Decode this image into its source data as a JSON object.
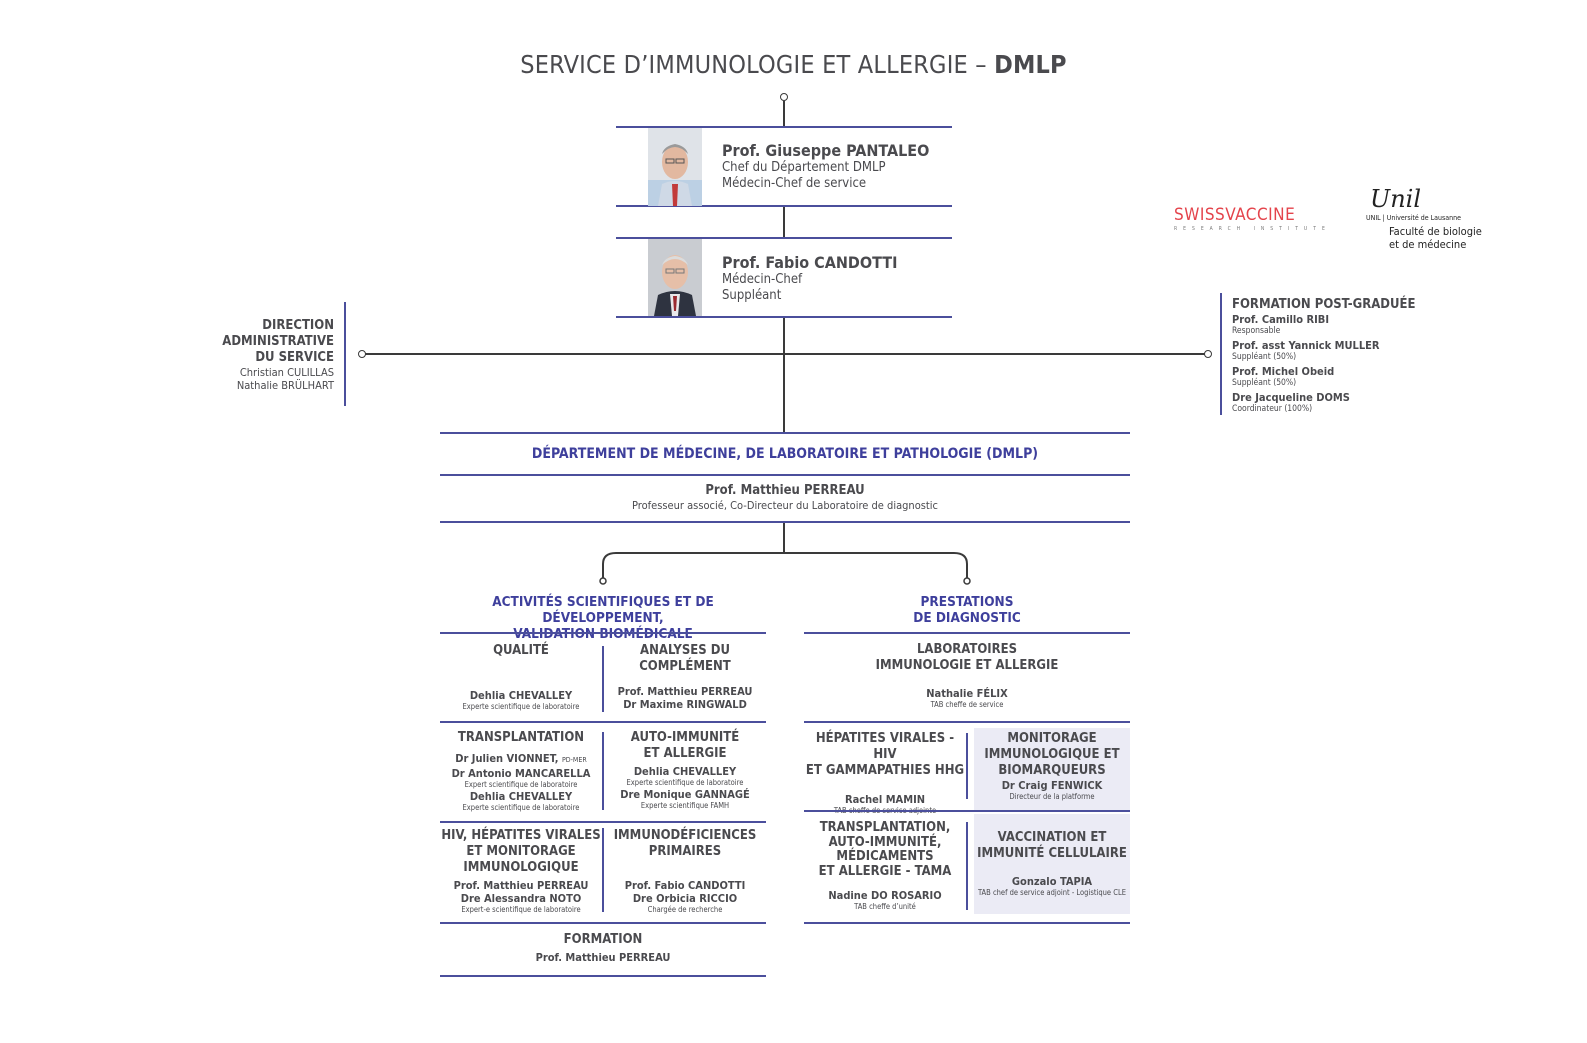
{
  "title": {
    "main": "SERVICE D’IMMUNOLOGIE ET ALLERGIE – ",
    "bold": "DMLP"
  },
  "chief": {
    "name": "Prof. Giuseppe PANTALEO",
    "role1": "Chef du Département DMLP",
    "role2": "Médecin-Chef de service"
  },
  "deputy": {
    "name": "Prof. Fabio CANDOTTI",
    "role1": "Médecin-Chef",
    "role2": "Suppléant"
  },
  "logos": {
    "swissvaccine": "SWISSVACCINE",
    "swissvaccine_sub": "RESEARCH INSTITUTE",
    "unil_script": "Unil",
    "unil_line": "UNIL | Université de Lausanne",
    "unil_fac1": "Faculté de biologie",
    "unil_fac2": "et de médecine"
  },
  "direction": {
    "title1": "DIRECTION",
    "title2": "ADMINISTRATIVE",
    "title3": "DU SERVICE",
    "person1": "Christian CULILLAS",
    "person2": "Nathalie BRÜLHART"
  },
  "formation_pg": {
    "title": "FORMATION POST-GRADUÉE",
    "members": [
      {
        "name": "Prof. Camillo RIBI",
        "role": "Responsable"
      },
      {
        "name": "Prof. asst Yannick MULLER",
        "role": "Suppléant (50%)"
      },
      {
        "name": "Prof. Michel Obeid",
        "role": "Suppléant (50%)"
      },
      {
        "name": "Dre Jacqueline DOMS",
        "role": "Coordinateur (100%)"
      }
    ]
  },
  "dmlp": {
    "title": "DÉPARTEMENT DE MÉDECINE, DE LABORATOIRE ET PATHOLOGIE (DMLP)",
    "person": "Prof. Matthieu PERREAU",
    "role": "Professeur associé, Co-Directeur du Laboratoire de diagnostic"
  },
  "left_branch": {
    "title1": "ACTIVITÉS SCIENTIFIQUES ET DE DÉVELOPPEMENT,",
    "title2": "VALIDATION BIOMÉDICALE",
    "qualite": {
      "title": "QUALITÉ",
      "name": "Dehlia CHEVALLEY",
      "role": "Experte scientifique de laboratoire"
    },
    "complement": {
      "title1": "ANALYSES DU",
      "title2": "COMPLÉMENT",
      "name1": "Prof. Matthieu PERREAU",
      "name2": "Dr Maxime RINGWALD"
    },
    "transplantation": {
      "title": "TRANSPLANTATION",
      "name1": "Dr Julien VIONNET,",
      "name1_suffix": "PD-MER",
      "name2": "Dr Antonio MANCARELLA",
      "role2": "Expert scientifique de laboratoire",
      "name3": "Dehlia CHEVALLEY",
      "role3": "Experte scientifique de laboratoire"
    },
    "autoimmunite": {
      "title1": "AUTO-IMMUNITÉ",
      "title2": "ET ALLERGIE",
      "name1": "Dehlia CHEVALLEY",
      "role1": "Experte scientifique de laboratoire",
      "name2": "Dre Monique GANNAGÉ",
      "role2": "Experte scientifique FAMH"
    },
    "hiv": {
      "title1": "HIV, HÉPATITES VIRALES",
      "title2": "ET MONITORAGE",
      "title3": "IMMUNOLOGIQUE",
      "name1": "Prof. Matthieu PERREAU",
      "name2": "Dre Alessandra NOTO",
      "role2": "Expert-e scientifique de laboratoire"
    },
    "immunodef": {
      "title1": "IMMUNODÉFICIENCES",
      "title2": "PRIMAIRES",
      "name1": "Prof. Fabio CANDOTTI",
      "name2": "Dre Orbicia RICCIO",
      "role2": "Chargée de recherche"
    },
    "formation": {
      "title": "FORMATION",
      "name": "Prof. Matthieu PERREAU"
    }
  },
  "right_branch": {
    "title1": "PRESTATIONS",
    "title2": "DE DIAGNOSTIC",
    "labo": {
      "title1": "LABORATOIRES",
      "title2": "IMMUNOLOGIE ET ALLERGIE",
      "name": "Nathalie FÉLIX",
      "role": "TAB cheffe de service"
    },
    "hepatites": {
      "title1": "HÉPATITES VIRALES - HIV",
      "title2": "ET GAMMAPATHIES HHG",
      "name": "Rachel MAMIN",
      "role": "TAB cheffe de service adjointe"
    },
    "monitorage": {
      "title1": "MONITORAGE",
      "title2": "IMMUNOLOGIQUE ET",
      "title3": "BIOMARQUEURS",
      "name": "Dr Craig FENWICK",
      "role": "Directeur de la platforme"
    },
    "tama": {
      "title1": "TRANSPLANTATION,",
      "title2": "AUTO-IMMUNITÉ,",
      "title3": "MÉDICAMENTS",
      "title4": "ET ALLERGIE - TAMA",
      "name": "Nadine DO ROSARIO",
      "role": "TAB cheffe d’unité"
    },
    "vaccination": {
      "title1": "VACCINATION ET",
      "title2": "IMMUNITÉ CELLULAIRE",
      "name": "Gonzalo TAPIA",
      "role": "TAB chef de service adjoint - Logistique CLE"
    }
  },
  "colors": {
    "accent": "#3e3f9c",
    "rule": "#4b4f9c",
    "text": "#4a4a4e",
    "shade": "#ebebf5",
    "logo_red": "#e4434b"
  }
}
